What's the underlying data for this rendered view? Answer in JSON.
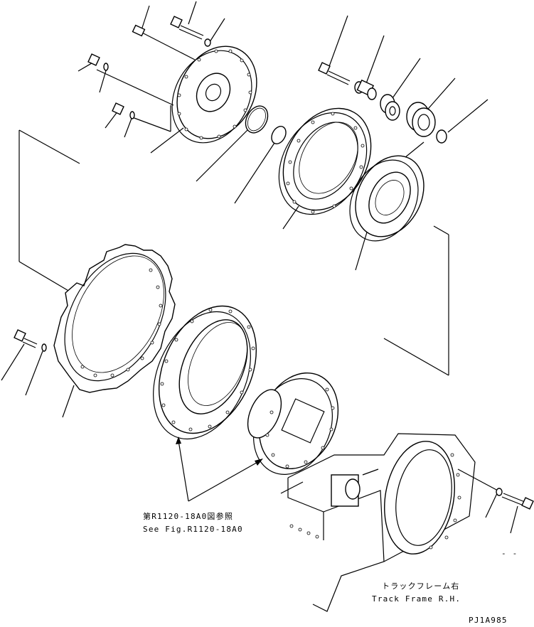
{
  "labels": {
    "ref_jp": "第R1120-18A0図参照",
    "ref_en": "See Fig.R1120-18A0",
    "frame_jp": "トラックフレーム右",
    "frame_en": "Track Frame R.H.",
    "dash_mark": "- -",
    "drawing_code": "PJ1A985"
  }
}
